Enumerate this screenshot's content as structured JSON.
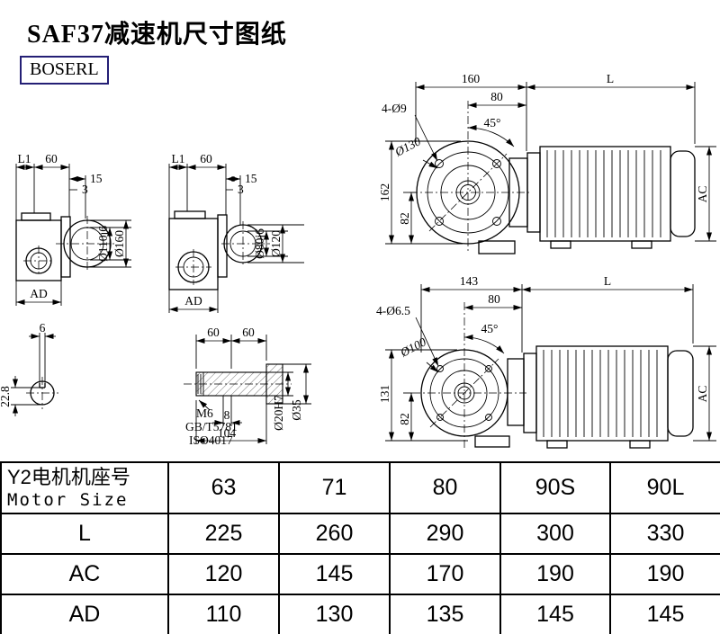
{
  "page": {
    "title": "SAF37减速机尺寸图纸",
    "logo": "BOSERL"
  },
  "views": {
    "side_a": {
      "l1": "L1",
      "d60": "60",
      "d15": "15",
      "d3": "3",
      "flange_dia": "Ø110j6",
      "outer_dia": "Ø160",
      "ad": "AD"
    },
    "side_b": {
      "l1": "L1",
      "d60": "60",
      "d15": "15",
      "d3": "3",
      "flange_dia": "Ø80j6",
      "outer_dia": "Ø120",
      "ad": "AD"
    },
    "front_a": {
      "w": "160",
      "l": "L",
      "holes": "4-Ø9",
      "d80": "80",
      "angle": "45°",
      "bolt_circle": "Ø130",
      "h": "162",
      "h82": "82",
      "ac": "AC"
    },
    "front_b": {
      "w": "143",
      "l": "L",
      "holes": "4-Ø6.5",
      "d80": "80",
      "angle": "45°",
      "bolt_circle": "Ø100",
      "h": "131",
      "h82": "82",
      "ac": "AC"
    },
    "shaft_end": {
      "d6": "6",
      "d228": "22.8"
    },
    "shaft_side": {
      "d60a": "60",
      "d60b": "60",
      "thread": "M6",
      "std_gb": "GB/T5781",
      "std_iso": "ISO4017",
      "d8": "8",
      "d104": "104",
      "shaft_dia": "Ø20H7",
      "hub_dia": "Ø35"
    }
  },
  "table": {
    "header_cn": "Y2电机机座号",
    "header_en": "Motor Size",
    "sizes": [
      "63",
      "71",
      "80",
      "90S",
      "90L"
    ],
    "rows": [
      {
        "label": "L",
        "values": [
          "225",
          "260",
          "290",
          "300",
          "330"
        ]
      },
      {
        "label": "AC",
        "values": [
          "120",
          "145",
          "170",
          "190",
          "190"
        ]
      },
      {
        "label": "AD",
        "values": [
          "110",
          "130",
          "135",
          "145",
          "145"
        ]
      }
    ]
  }
}
